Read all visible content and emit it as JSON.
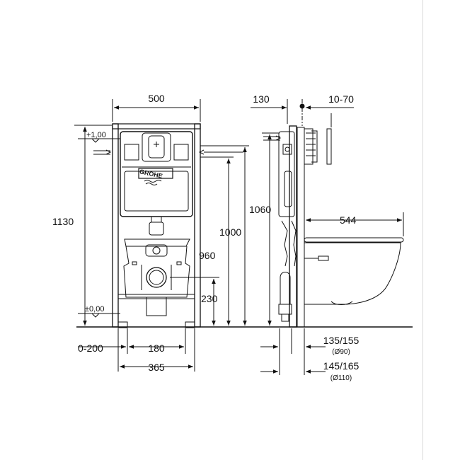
{
  "brand": "GROHE",
  "front_view": {
    "width_top": "500",
    "height_total": "1130",
    "level_top": "+1,00",
    "level_floor": "±0,00",
    "height_1000": "1000",
    "height_960": "960",
    "height_230": "230",
    "offset_0_200": "0-200",
    "spacing_180": "180",
    "spacing_365": "365"
  },
  "side_view": {
    "depth_130": "130",
    "range_10_70": "10-70",
    "height_1060": "1060",
    "bowl_544": "544",
    "drain_135_155": "135/155",
    "drain_dia_90": "(Ø90)",
    "drain_145_165": "145/165",
    "drain_dia_110": "(Ø110)"
  }
}
